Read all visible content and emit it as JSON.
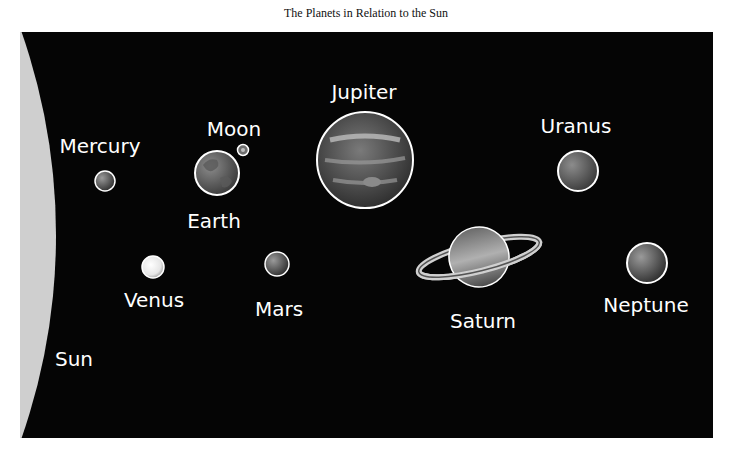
{
  "diagram": {
    "title": "The Planets in Relation to the Sun",
    "labels": [
      "Mercury",
      "Moon",
      "Earth",
      "Jupiter",
      "Uranus",
      "Venus",
      "Mars",
      "Saturn",
      "Neptune",
      "Sun"
    ]
  }
}
